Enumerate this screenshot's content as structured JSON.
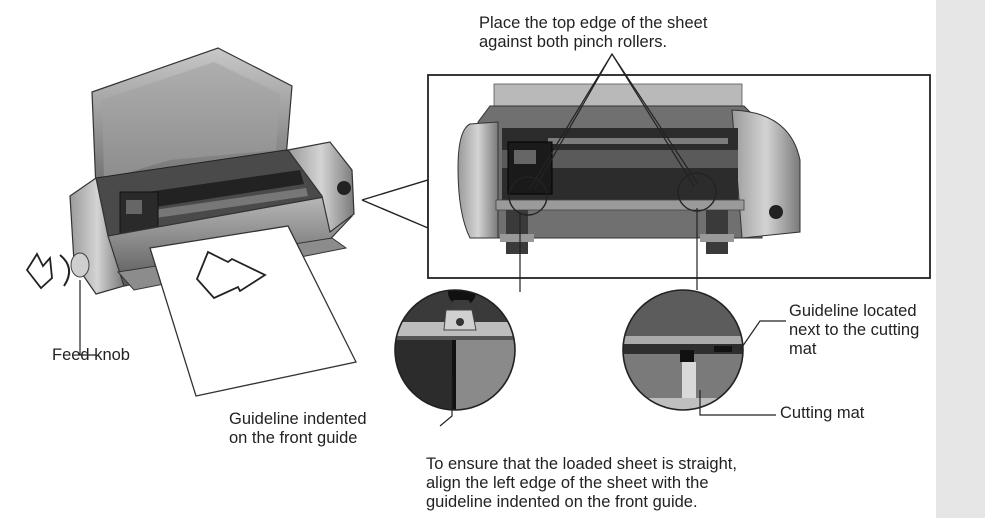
{
  "labels": {
    "top_instruction_line1": "Place the top edge of the sheet",
    "top_instruction_line2": "against both pinch rollers.",
    "feed_knob": "Feed knob",
    "guideline_right_line1": "Guideline located",
    "guideline_right_line2": "next to the cutting",
    "guideline_right_line3": "mat",
    "cutting_mat": "Cutting mat",
    "guideline_front_line1": "Guideline indented",
    "guideline_front_line2": "on the front guide",
    "bottom_instruction_line1": "To ensure that the loaded sheet is straight,",
    "bottom_instruction_line2": "align the left edge of the sheet with the",
    "bottom_instruction_line3": "guideline indented on the front guide."
  },
  "colors": {
    "background": "#ffffff",
    "sidebar": "#e6e6e6",
    "line": "#222222",
    "printer_body": "#8a8a8a",
    "printer_dark": "#3a3a3a"
  }
}
